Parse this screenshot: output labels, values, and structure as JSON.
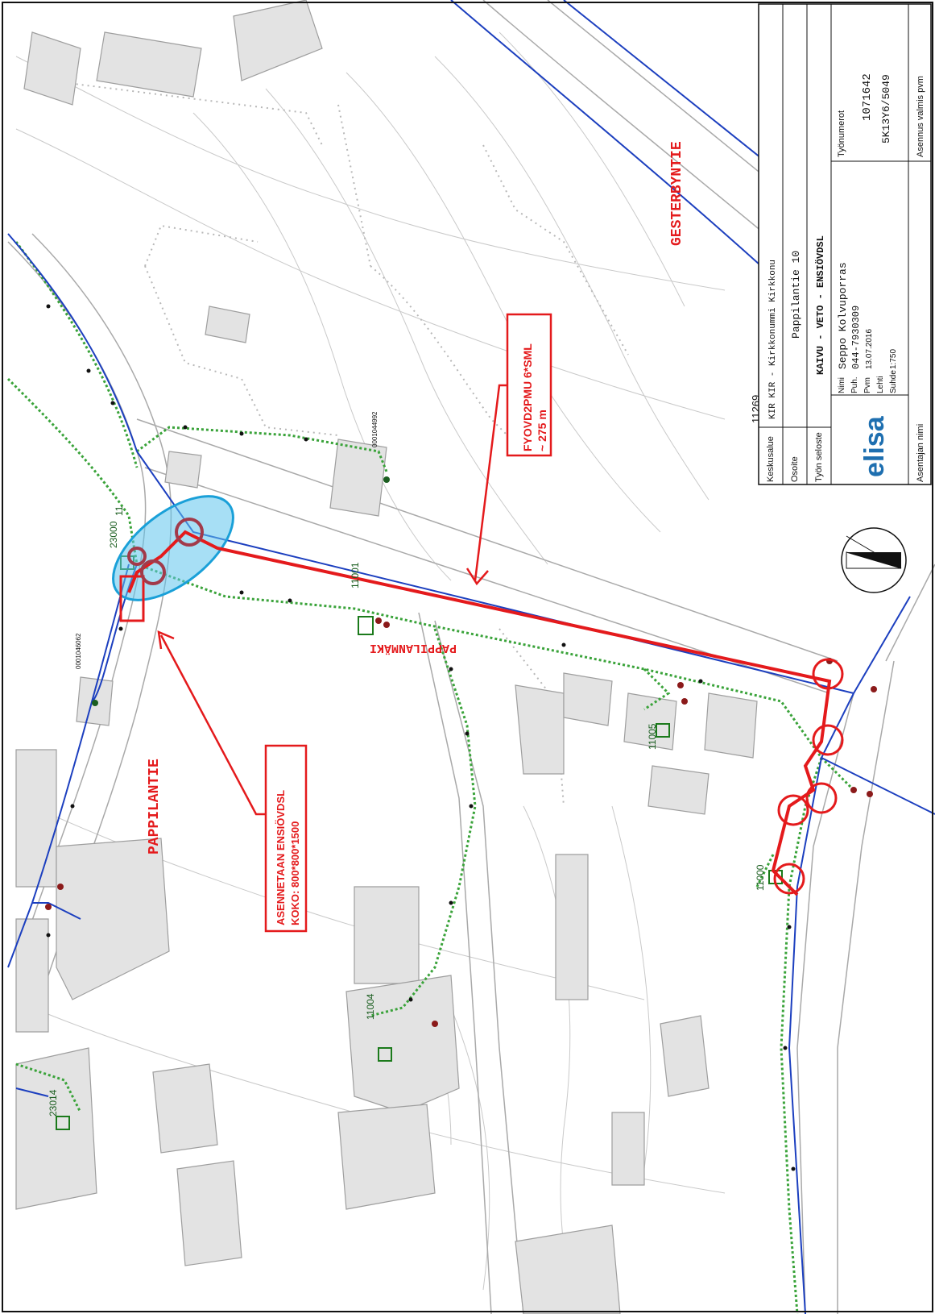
{
  "streets": {
    "gesterbyntie": "GESTERBYNTIE",
    "pappilantie": "PAPPILANTIE",
    "pappilanmaki": "PAPPILANMÄKI"
  },
  "callouts": {
    "cable_line1": "FYOVD2PMU 6*SML",
    "cable_line2": "~ 275 m",
    "install_line1": "ASENNETAAN ENSIÖVDSL",
    "install_line2": "KOKO: 800*800*1500"
  },
  "points": {
    "p23000": "23000",
    "p11": "11",
    "p23014": "23014",
    "p11004": "11004",
    "p11005": "11005",
    "p11000": "11000",
    "p11001": "11001",
    "p11269": "11269",
    "id_left": "0001046062",
    "id_mid": "0001044992"
  },
  "title_block": {
    "keskusalue_label": "Keskusalue",
    "keskusalue_value": "KIR KIR - Kirkkonummi Kirkkonu",
    "osoite_label": "Osoite",
    "osoite_value": "Pappilantie 10",
    "tyon_seloste_label": "Työn selostе",
    "tyon_seloste_value": "KAIVU - VETO - ENSIÖVDSL",
    "logo": "elisa",
    "nimi_label": "Nimi",
    "nimi_value": "Seppo Kolvuporras",
    "puh_label": "Puh.",
    "puh_value": "044-7930309",
    "pvm_label": "Pvm",
    "pvm_value": "13.07.2016",
    "lehti_label": "Lehti",
    "suhde_label": "Suhde",
    "suhde_value": "1:750",
    "tyonumerot_label": "Työnumerot",
    "tyonumero_1": "1071642",
    "tyonumero_2": "5K13Y6/5049",
    "asentajan_nimi_label": "Asentajan nimi",
    "asennus_valmis_label": "Asennus valmis pvm"
  }
}
